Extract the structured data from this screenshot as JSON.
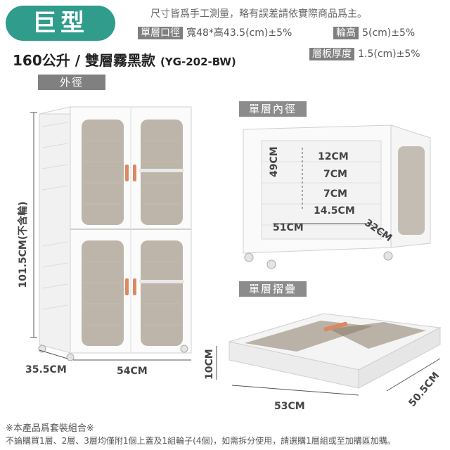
{
  "badge": "巨型",
  "note": "尺寸皆爲手工測量，略有誤差請依實際商品爲主。",
  "specs": [
    {
      "label": "單層口徑",
      "value": "寬48*高43.5(cm)±5%"
    },
    {
      "label": "輪高",
      "value": "5(cm)±5%"
    },
    {
      "label": "層板厚度",
      "value": "1.5(cm)±5%"
    }
  ],
  "title": {
    "main": "160公升 / 雙層霧黑款",
    "model": "(YG-202-BW)"
  },
  "sections": {
    "outer": "外徑",
    "inner": "單層內徑",
    "folded": "單層摺疊"
  },
  "dims_outer": {
    "height": "101.5CM(不含輪)",
    "depth": "35.5CM",
    "width": "54CM"
  },
  "dims_inner": {
    "top_gap": "12CM",
    "gap_2": "7CM",
    "height": "49CM",
    "gap_3": "7CM",
    "shelf": "14.5CM",
    "width": "51CM",
    "depth": "32CM"
  },
  "dims_fold": {
    "height": "10CM",
    "width": "53CM",
    "depth": "50.5CM"
  },
  "footer": {
    "line1": "※本產品爲套裝組合※",
    "line2": "不論購買1層、2層、3層均僅附1個上蓋及1組輪子(4個)，如需拆分使用，請選購1層組或至加購區加購。"
  },
  "colors": {
    "badge": "#2f9c8c",
    "label_bg": "#7f7f7f",
    "handle": "#d98a63",
    "panel": "#8a7b66"
  }
}
